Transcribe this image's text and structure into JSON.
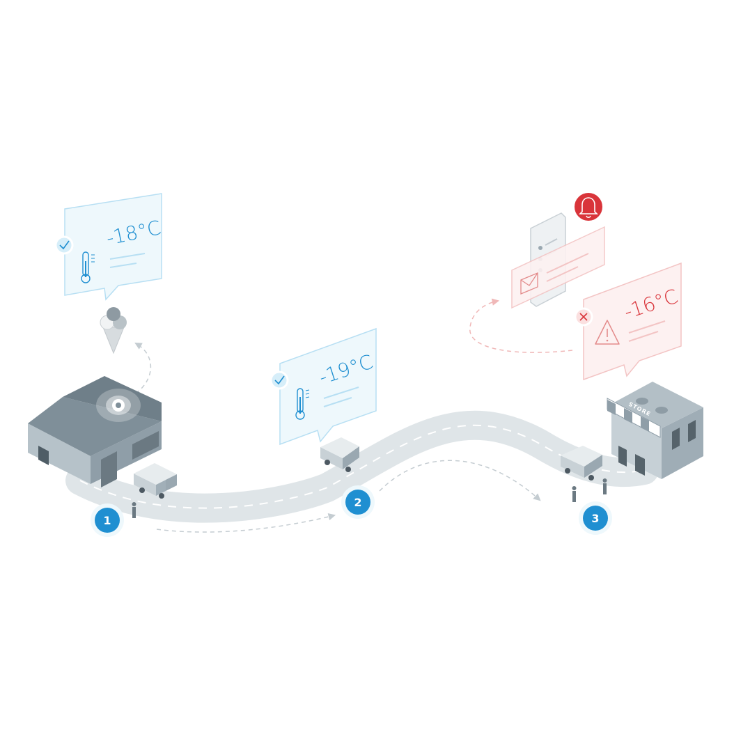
{
  "colors": {
    "blue": "#1f8fd1",
    "blue_light": "#e6f4fb",
    "blue_stroke": "#b7dff3",
    "red": "#d9343a",
    "red_light": "#fbeaea",
    "red_stroke": "#f3c4c4",
    "road": "#dfe5e8",
    "building": "#9aa9b2",
    "building_dark": "#7b8b95"
  },
  "cards": [
    {
      "id": "warehouse",
      "temp": "-18°C",
      "status": "ok",
      "status_icon": "check-icon"
    },
    {
      "id": "truck",
      "temp": "-19°C",
      "status": "ok",
      "status_icon": "check-icon"
    },
    {
      "id": "store",
      "temp": "-16°C",
      "status": "alert",
      "status_icon": "cross-icon"
    }
  ],
  "steps": [
    {
      "label": "1"
    },
    {
      "label": "2"
    },
    {
      "label": "3"
    }
  ],
  "store_sign": "STORE",
  "icons": {
    "thermometer": "thermometer-icon",
    "warning": "warning-icon",
    "bell": "bell-icon",
    "phone": "phone-icon",
    "envelope": "envelope-icon",
    "ice_cream": "ice-cream-icon",
    "truck": "truck-icon",
    "warehouse": "warehouse-icon",
    "store": "store-icon"
  }
}
